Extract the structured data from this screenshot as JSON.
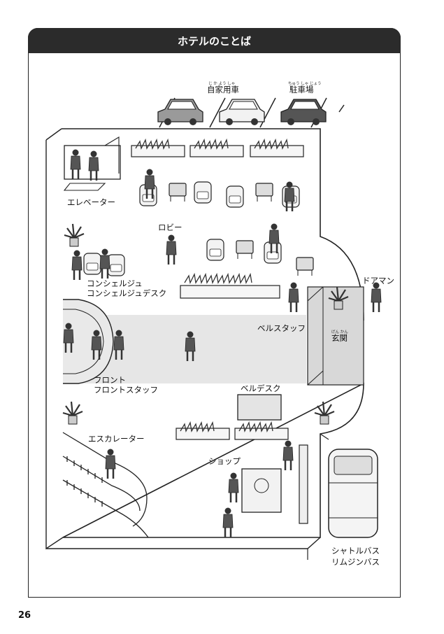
{
  "header": {
    "title": "ホテルのことば"
  },
  "page_number": "26",
  "labels": {
    "private_car": "自家用車",
    "private_car_ruby": "じ か よう しゃ",
    "parking": "駐車場",
    "parking_ruby": "ちゅう しゃ じょう",
    "elevator": "エレベーター",
    "lobby": "ロビー",
    "concierge": "コンシェルジュ",
    "concierge_desk": "コンシェルジュデスク",
    "doorman": "ドアマン",
    "bell_staff": "ベルスタッフ",
    "entrance": "玄関",
    "entrance_ruby": "げん かん",
    "front": "フロント",
    "front_staff": "フロントスタッフ",
    "bell_desk": "ベルデスク",
    "escalator": "エスカレーター",
    "shop": "ショップ",
    "shuttle_bus": "シャトルバス",
    "limousine_bus": "リムジンバス"
  },
  "colors": {
    "title_bg": "#2b2b2b",
    "title_fg": "#ffffff",
    "floor_band": "#e6e6e6",
    "line": "#222222"
  }
}
